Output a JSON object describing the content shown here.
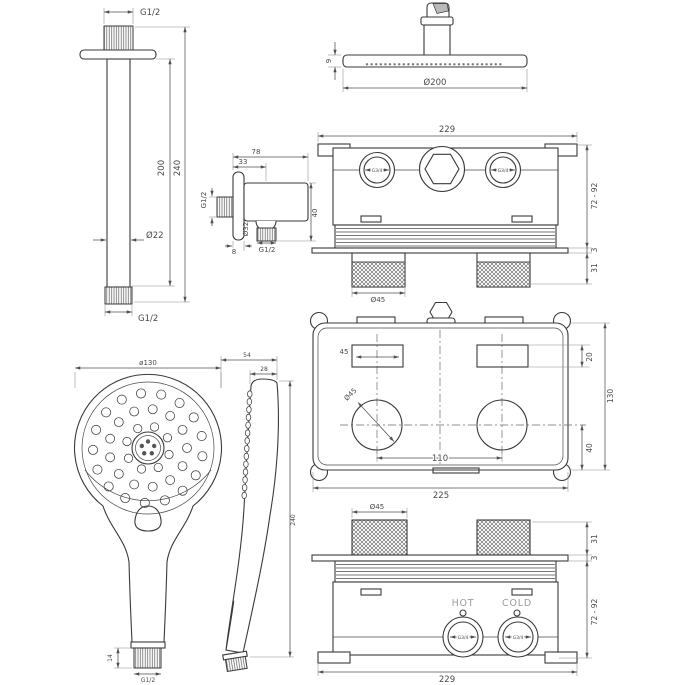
{
  "meta": {
    "background_color": "#ffffff",
    "line_color": "#3a3a3a",
    "dimension_color": "#4f4f4f",
    "muted_label_color": "#9b9b9b",
    "description": "Technical dimension drawing of a concealed thermostatic shower set: ceiling arm, overhead shower, wall outlet elbow, hand shower and mixer body in three views"
  },
  "drawings": {
    "ceiling_arm": {
      "dims": {
        "thread_top": "G1/2",
        "length_inner": "200",
        "length_total": "240",
        "diameter": "Ø22",
        "thread_bottom": "G1/2"
      }
    },
    "overhead_shower": {
      "dims": {
        "plate_thickness": "9",
        "diameter": "Ø200"
      }
    },
    "wall_outlet": {
      "dims": {
        "width_total": "78",
        "width_offset": "33",
        "thread_inlet": "G1/2",
        "outlet_diameter": "Ø32",
        "height": "40",
        "flange_thickness": "8",
        "thread_outlet": "G1/2"
      }
    },
    "mixer_side": {
      "dims": {
        "width": "229",
        "port_left": "G3/4",
        "port_right": "G3/4",
        "knob_diameter": "Ø45",
        "depth_range": "72 - 92",
        "plate_thickness": "3",
        "knob_height": "31"
      }
    },
    "mixer_back": {
      "dims": {
        "slot_width": "45",
        "slot_height": "20",
        "height": "130",
        "hole_diameter": "Ø45",
        "hole_offset_bottom": "40",
        "hole_spacing": "110",
        "width": "225"
      }
    },
    "mixer_front": {
      "dims": {
        "knob_diameter": "Ø45",
        "knob_height": "31",
        "plate_thickness": "3",
        "depth_range": "72 - 92",
        "label_hot": "HOT",
        "label_cold": "COLD",
        "port_hot": "G3/4",
        "port_cold": "G3/4",
        "width": "229"
      }
    },
    "hand_shower_front": {
      "dims": {
        "diameter": "ø130",
        "thread_length": "14",
        "thread": "G1/2"
      }
    },
    "hand_shower_side": {
      "dims": {
        "depth_total": "54",
        "head_depth": "28",
        "length": "240"
      }
    }
  }
}
